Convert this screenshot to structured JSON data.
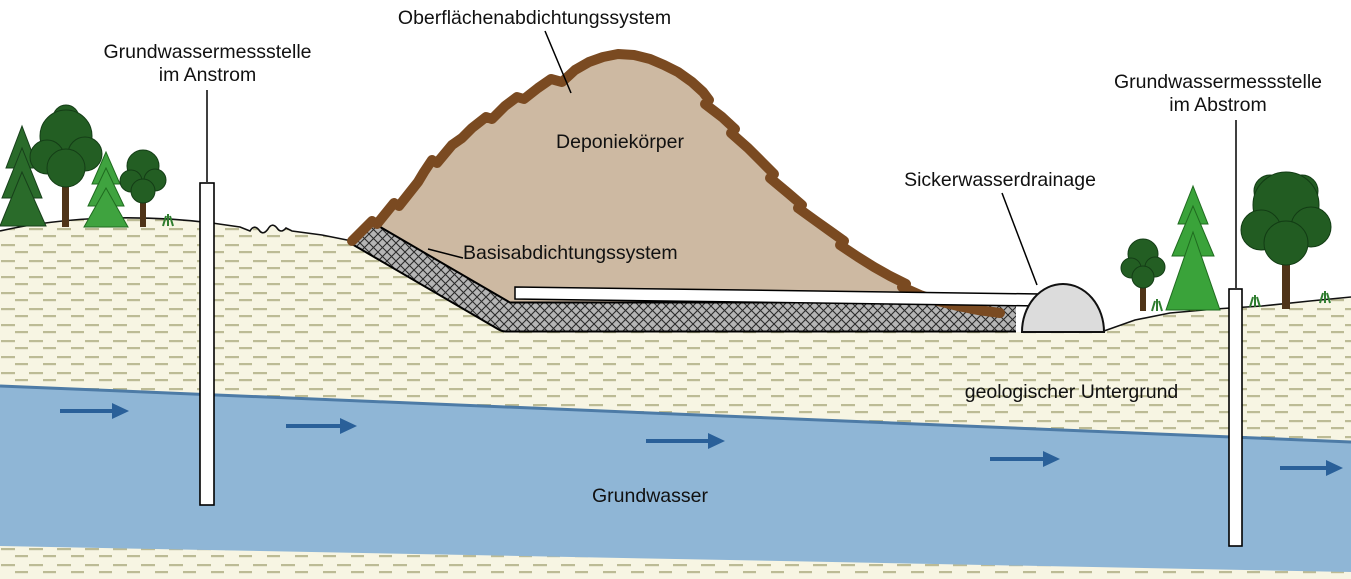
{
  "diagram": {
    "type": "landfill-cross-section-schematic",
    "labels": {
      "surface_sealing": "Oberflächenabdichtungssystem",
      "well_upstream_line1": "Grundwassermessstelle",
      "well_upstream_line2": "im Anstrom",
      "well_downstream_line1": "Grundwassermessstelle",
      "well_downstream_line2": "im Abstrom",
      "landfill_body": "Deponiekörper",
      "leachate_drainage": "Sickerwasserdrainage",
      "base_sealing": "Basisabdichtungssystem",
      "geological_subsurface": "geologischer Untergrund",
      "groundwater": "Grundwasser"
    },
    "colors": {
      "groundwater_fill": "#8fb6d6",
      "groundwater_top_line": "#4d7ba6",
      "flow_arrow_blue": "#2a6099",
      "subsurface_fill": "#f7f5e3",
      "subsurface_dash": "#bcbb95",
      "landfill_fill": "#cdb9a2",
      "surface_cap_brown": "#7a4a21",
      "base_seal_gray": "#b5b5b5",
      "dome_gray": "#dcdcdc",
      "well_white": "#ffffff",
      "tree_dark_green": "#235e23",
      "tree_bright_green": "#3aa33a",
      "trunk_brown": "#4f3418"
    }
  }
}
